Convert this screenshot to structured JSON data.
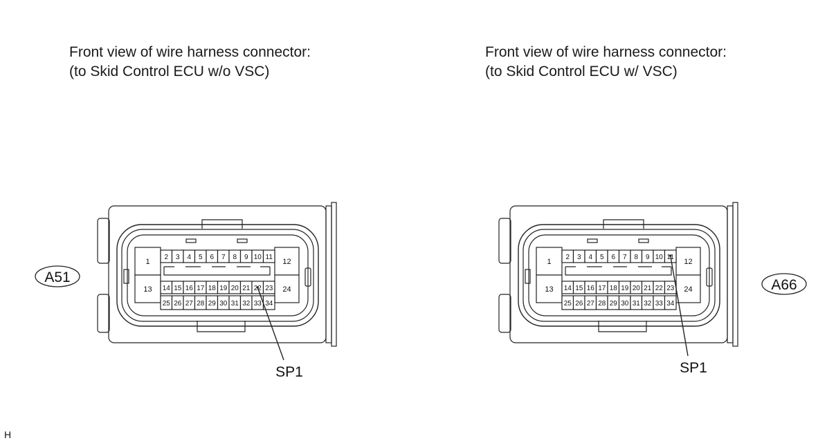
{
  "captions": {
    "left": {
      "line1": "Front view of wire harness connector:",
      "line2": "(to Skid Control ECU w/o VSC)"
    },
    "right": {
      "line1": "Front view of wire harness connector:",
      "line2": "(to Skid Control ECU w/ VSC)"
    }
  },
  "connectors": [
    {
      "id": "A51",
      "pointer_label": "SP1",
      "pointer_terminal": 22,
      "big_terminals": [
        "1",
        "12",
        "13",
        "24"
      ],
      "row_top": [
        "2",
        "3",
        "4",
        "5",
        "6",
        "7",
        "8",
        "9",
        "10",
        "11"
      ],
      "row_mid": [
        "14",
        "15",
        "16",
        "17",
        "18",
        "19",
        "20",
        "21",
        "22",
        "23"
      ],
      "row_bot": [
        "25",
        "26",
        "27",
        "28",
        "29",
        "30",
        "31",
        "32",
        "33",
        "34"
      ]
    },
    {
      "id": "A66",
      "pointer_label": "SP1",
      "pointer_terminal": 11,
      "big_terminals": [
        "1",
        "12",
        "13",
        "24"
      ],
      "row_top": [
        "2",
        "3",
        "4",
        "5",
        "6",
        "7",
        "8",
        "9",
        "10",
        "11"
      ],
      "row_mid": [
        "14",
        "15",
        "16",
        "17",
        "18",
        "19",
        "20",
        "21",
        "22",
        "23"
      ],
      "row_bot": [
        "25",
        "26",
        "27",
        "28",
        "29",
        "30",
        "31",
        "32",
        "33",
        "34"
      ]
    }
  ],
  "footer_mark": "H"
}
